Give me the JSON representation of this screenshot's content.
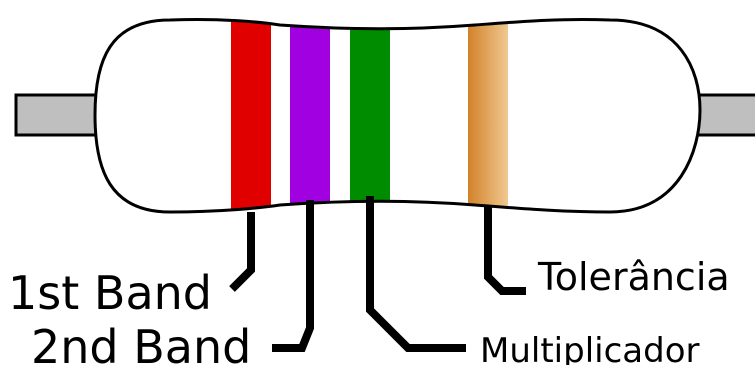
{
  "diagram": {
    "labels": {
      "band1": "1st Band",
      "band2": "2nd Band",
      "multiplier": "Multiplicador",
      "tolerance": "Tolerância"
    },
    "colors": {
      "background": "#ffffff",
      "body_fill": "#ffffff",
      "outline": "#000000",
      "lead": "#bfbfbf",
      "band1": "#e00000",
      "band2": "#a100e0",
      "multiplier": "#008c00",
      "tolerance_light": "#f0c890",
      "tolerance_dark": "#d2822a",
      "pointer": "#000000"
    }
  }
}
